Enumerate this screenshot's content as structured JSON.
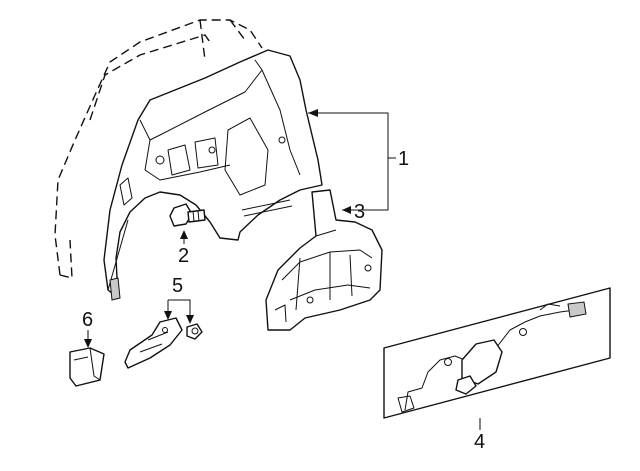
{
  "callouts": {
    "c1": "1",
    "c2": "2",
    "c3": "3",
    "c4": "4",
    "c5": "5",
    "c6": "6"
  },
  "colors": {
    "line": "#111111",
    "fill": "#ffffff",
    "shading": "#c9c9c9"
  }
}
